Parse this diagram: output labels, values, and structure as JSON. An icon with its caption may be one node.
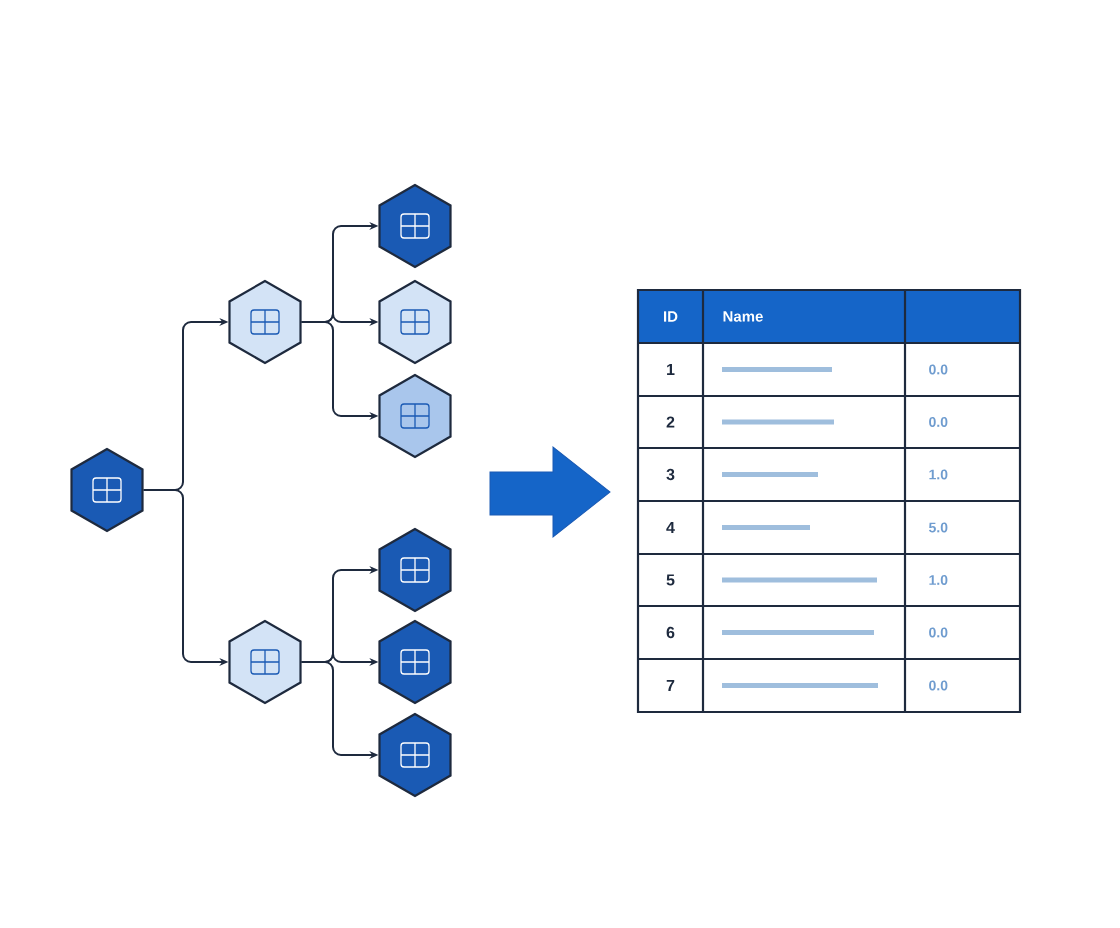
{
  "diagram": {
    "nodes": [
      {
        "text": [],
        "shape": "hexagon"
      },
      {
        "text": [],
        "shape": "hexagon"
      },
      {
        "text": [],
        "shape": "hexagon"
      },
      {
        "text": [],
        "shape": "hexagon"
      },
      {
        "text": [],
        "shape": "hexagon"
      },
      {
        "text": [],
        "shape": "hexagon"
      },
      {
        "text": [],
        "shape": "hexagon"
      },
      {
        "text": [],
        "shape": "hexagon"
      },
      {
        "text": [],
        "shape": "hexagon"
      }
    ],
    "edges": [
      {
        "from": 0,
        "to": 1,
        "arrow": "to"
      },
      {
        "from": 0,
        "to": 2,
        "arrow": "to"
      },
      {
        "from": 1,
        "to": 3,
        "arrow": "to"
      },
      {
        "from": 1,
        "to": 4,
        "arrow": "to"
      },
      {
        "from": 1,
        "to": 5,
        "arrow": "to"
      },
      {
        "from": 2,
        "to": 6,
        "arrow": "to"
      },
      {
        "from": 2,
        "to": 7,
        "arrow": "to"
      },
      {
        "from": 2,
        "to": 8,
        "arrow": "to"
      }
    ],
    "labels": [
      "ID",
      "Name",
      "1",
      "0.0",
      "2",
      "0.0",
      "3",
      "1.0",
      "4",
      "5.0",
      "5",
      "1.0",
      "6",
      "0.0",
      "7",
      "0.0"
    ]
  }
}
